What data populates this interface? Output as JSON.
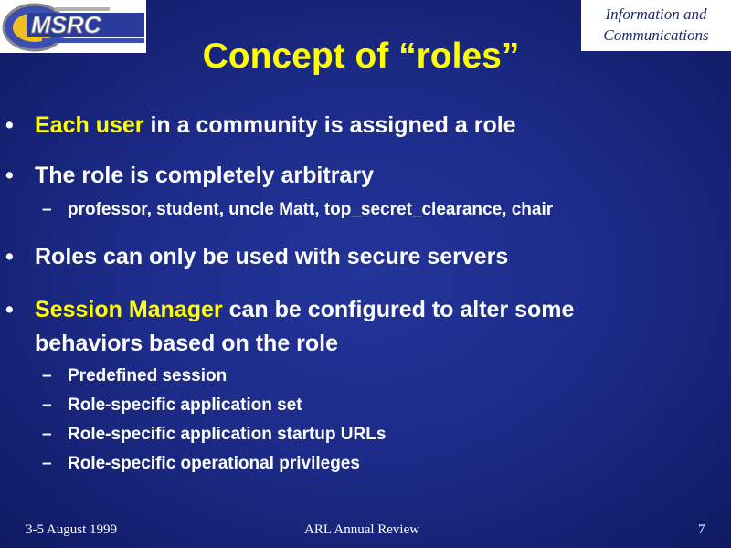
{
  "header": {
    "logo_name": "MSRC logo",
    "logo_text": "MSRC",
    "org_line1": "Information and",
    "org_line2": "Communications",
    "title": "Concept of “roles”"
  },
  "bullets": [
    {
      "highlight": "Each user",
      "rest": " in a community is assigned a role"
    },
    {
      "highlight": "",
      "rest": "The role is completely arbitrary",
      "subs": [
        "professor, student, uncle Matt, top_secret_clearance, chair"
      ]
    },
    {
      "highlight": "",
      "rest": "Roles can only be used with secure servers"
    },
    {
      "highlight": "Session Manager",
      "rest": " can be configured to alter some",
      "line2": "behaviors based on the role",
      "subs": [
        "Predefined session",
        "Role-specific application set",
        "Role-specific application startup URLs",
        "Role-specific operational privileges"
      ]
    }
  ],
  "bullet_symbol": "•",
  "dash_symbol": "–",
  "footer": {
    "date": "3-5 August 1999",
    "event": "ARL Annual  Review",
    "page": "7"
  },
  "colors": {
    "background": "#1d2c8a",
    "title": "#ffff00",
    "highlight": "#ffff00",
    "text": "#ffffff"
  }
}
